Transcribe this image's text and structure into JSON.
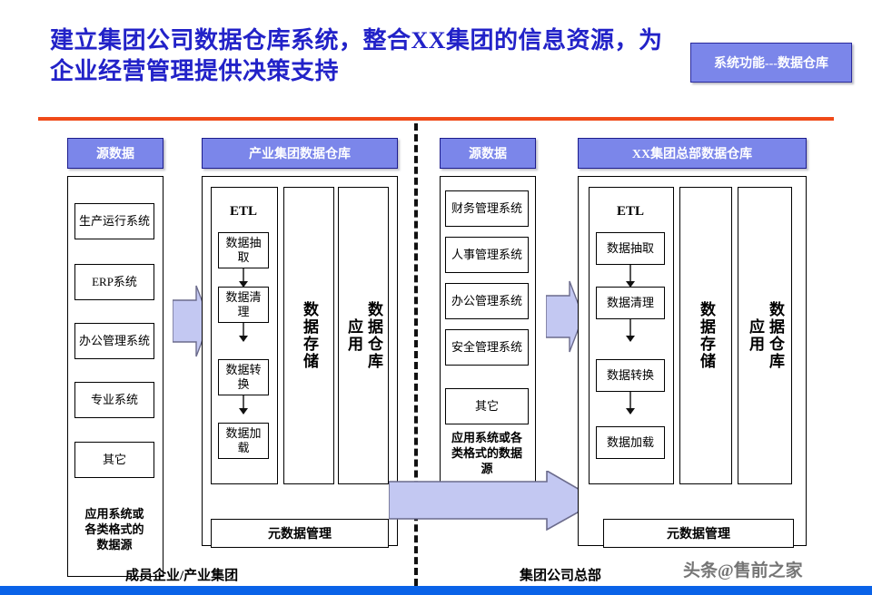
{
  "header": {
    "title_line1": "建立集团公司数据仓库系统，整合XX集团的信息资源，为",
    "title_line2": "企业经营管理提供决策支持",
    "badge": "系统功能---数据仓库",
    "accent_rule_color": "#f04a18",
    "title_color": "#2222c8",
    "badge_bg": "#7b86ea",
    "bottom_bar_color": "#0a63e8"
  },
  "left": {
    "source_header": "源数据",
    "warehouse_header": "产业集团数据仓库",
    "sources": [
      "生产运行系统",
      "ERP系统",
      "办公管理系统",
      "专业系统",
      "其它"
    ],
    "source_note": "应用系统或\n各类格式的\n数据源",
    "etl_title": "ETL",
    "etl_steps": [
      "数据抽取",
      "数据清理",
      "数据转换",
      "数据加载"
    ],
    "storage_label": "数据存储",
    "application_label": "数据仓库应用",
    "metadata_label": "元数据管理",
    "foot_label": "成员企业/产业集团"
  },
  "right": {
    "source_header": "源数据",
    "warehouse_header": "XX集团总部数据仓库",
    "sources": [
      "财务管理系统",
      "人事管理系统",
      "办公管理系统",
      "安全管理系统",
      "其它"
    ],
    "source_note": "应用系统或各\n类格式的数据\n源",
    "etl_title": "ETL",
    "etl_steps": [
      "数据抽取",
      "数据清理",
      "数据转换",
      "数据加载"
    ],
    "storage_label": "数据存储",
    "application_label": "数据仓库应用",
    "metadata_label": "元数据管理",
    "foot_label": "集团公司总部"
  },
  "arrows": {
    "fill": "#c3c8f2",
    "stroke": "#6b6b8c"
  },
  "watermark": "头条@售前之家"
}
